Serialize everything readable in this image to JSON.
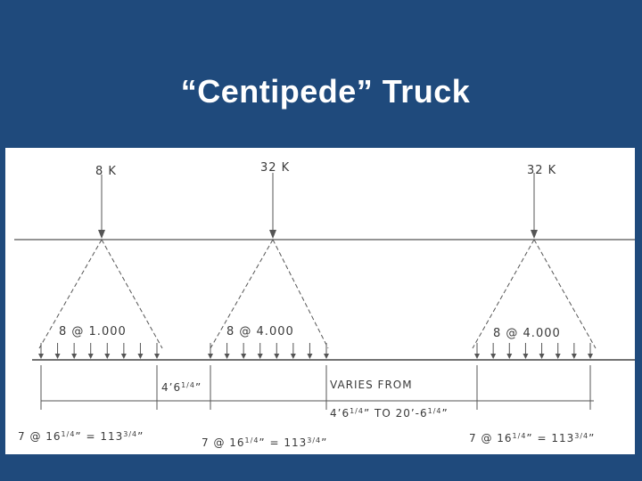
{
  "title": "“Centipede” Truck",
  "loads": {
    "left": "8 K",
    "middle": "32 K",
    "right": "32 K"
  },
  "distributed": {
    "left": "8 @ 1.000",
    "middle": "8 @ 4.000",
    "right": "8 @ 4.000"
  },
  "dimensions": {
    "gap_fixed_main": "4’6",
    "gap_fixed_frac": "1/4",
    "varies_line1": "VARIES FROM",
    "varies_line2_main": "4’6",
    "varies_line2_frac": "1/4",
    "varies_line2_rest": "” TO 20’-6",
    "varies_line2_frac2": "1/4"
  },
  "spacing": {
    "left": {
      "text1": "7 @ 16",
      "frac1": "1/4",
      "text2": "” = 113",
      "frac2": "3/4",
      "end": "”"
    },
    "middle": {
      "text1": "7 @ 16",
      "frac1": "1/4",
      "text2": "” = 113",
      "frac2": "3/4",
      "end": "”"
    },
    "right": {
      "text1": "7 @ 16",
      "frac1": "1/4",
      "text2": "” = 113",
      "frac2": "3/4",
      "end": "”"
    }
  }
}
